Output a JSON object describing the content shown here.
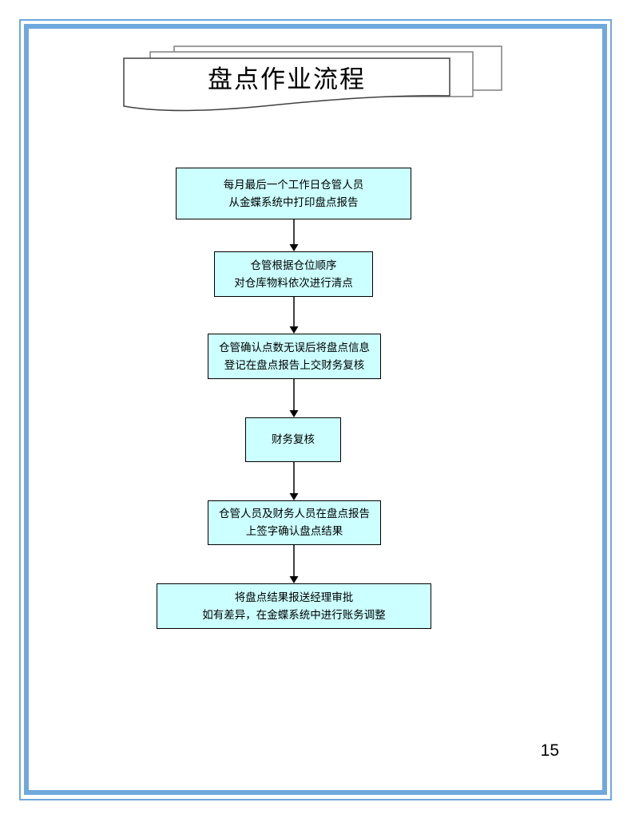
{
  "page": {
    "number": "15",
    "background": "#ffffff"
  },
  "frame": {
    "color": "#6fa8dc",
    "style": "double-line-blue"
  },
  "banner": {
    "shape": "multidocument",
    "title": "盘点作业流程"
  },
  "flowchart": {
    "type": "flowchart",
    "direction": "top-down",
    "node_fill": "#ccffff",
    "node_border": "#000000",
    "steps": [
      {
        "id": "step-1",
        "text": "每月最后一个工作日仓管人员\n从金蝶系统中打印盘点报告"
      },
      {
        "id": "step-2",
        "text": "仓管根据仓位顺序\n对仓库物料依次进行清点"
      },
      {
        "id": "step-3",
        "text": "仓管确认点数无误后将盘点信息\n登记在盘点报告上交财务复核"
      },
      {
        "id": "step-4",
        "text": "财务复核"
      },
      {
        "id": "step-5",
        "text": "仓管人员及财务人员在盘点报告\n上签字确认盘点结果"
      },
      {
        "id": "step-6",
        "text": "将盘点结果报送经理审批\n如有差异，在金蝶系统中进行账务调整"
      }
    ],
    "connections": [
      {
        "from": "step-1",
        "to": "step-2"
      },
      {
        "from": "step-2",
        "to": "step-3"
      },
      {
        "from": "step-3",
        "to": "step-4"
      },
      {
        "from": "step-4",
        "to": "step-5"
      },
      {
        "from": "step-5",
        "to": "step-6"
      }
    ]
  }
}
